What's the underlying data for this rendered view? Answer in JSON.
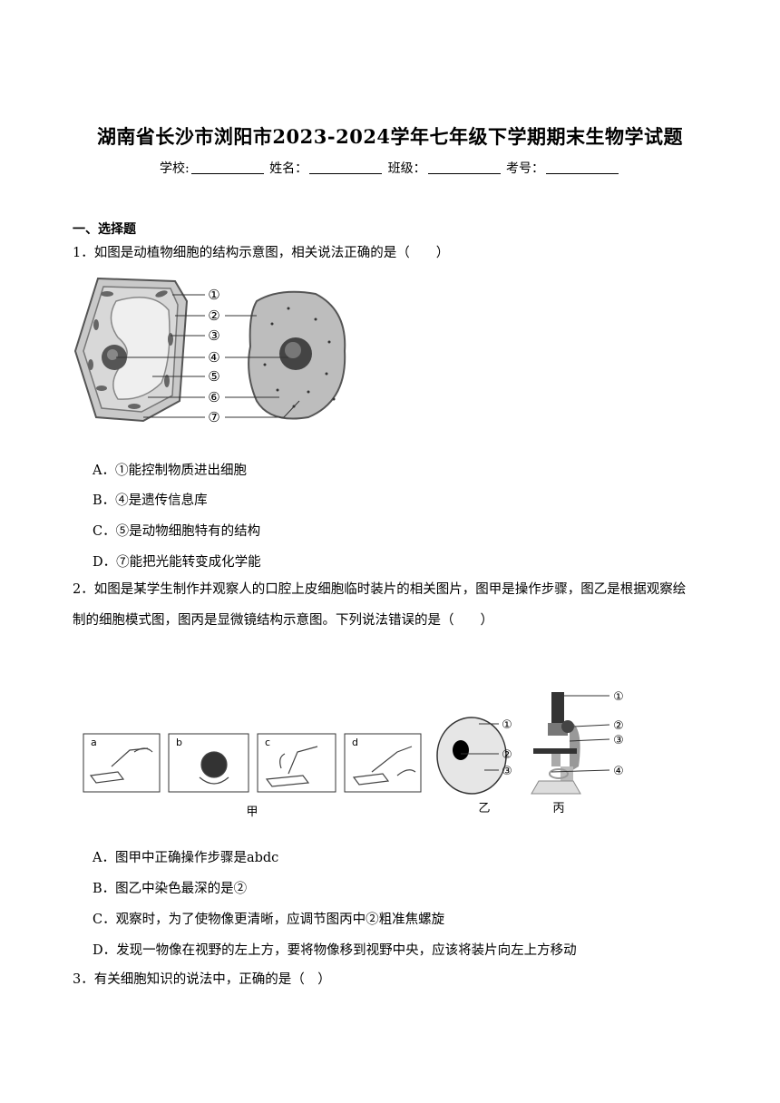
{
  "title": "湖南省长沙市浏阳市2023-2024学年七年级下学期期末生物学试题",
  "info": {
    "school": "学校:",
    "name": "姓名：",
    "class": "班级：",
    "exam_no": "考号："
  },
  "section1": "一、选择题",
  "questions": [
    {
      "stem": "1．如图是动植物细胞的结构示意图，相关说法正确的是（　　）",
      "figure_labels": [
        "①",
        "②",
        "③",
        "④",
        "⑤",
        "⑥",
        "⑦"
      ],
      "options": [
        "A．①能控制物质进出细胞",
        "B．④是遗传信息库",
        "C．⑤是动物细胞特有的结构",
        "D．⑦能把光能转变成化学能"
      ]
    },
    {
      "stem_line1": "2．如图是某学生制作并观察人的口腔上皮细胞临时装片的相关图片，图甲是操作步骤，图乙是根据观察绘",
      "stem_line2": "制的细胞模式图，图丙是显微镜结构示意图。下列说法错误的是（　　）",
      "step_labels": [
        "a",
        "b",
        "c",
        "d"
      ],
      "cell_labels": [
        "①",
        "②",
        "③"
      ],
      "scope_labels": [
        "①",
        "②",
        "③",
        "④"
      ],
      "caption_jia": "甲",
      "caption_yi": "乙",
      "caption_bing": "丙",
      "options": [
        "A．图甲中正确操作步骤是abdc",
        "B．图乙中染色最深的是②",
        "C．观察时，为了使物像更清晰，应调节图丙中②粗准焦螺旋",
        "D．发现一物像在视野的左上方，要将物像移到视野中央，应该将装片向左上方移动"
      ]
    },
    {
      "stem": "3．有关细胞知识的说法中，正确的是（　）"
    }
  ]
}
